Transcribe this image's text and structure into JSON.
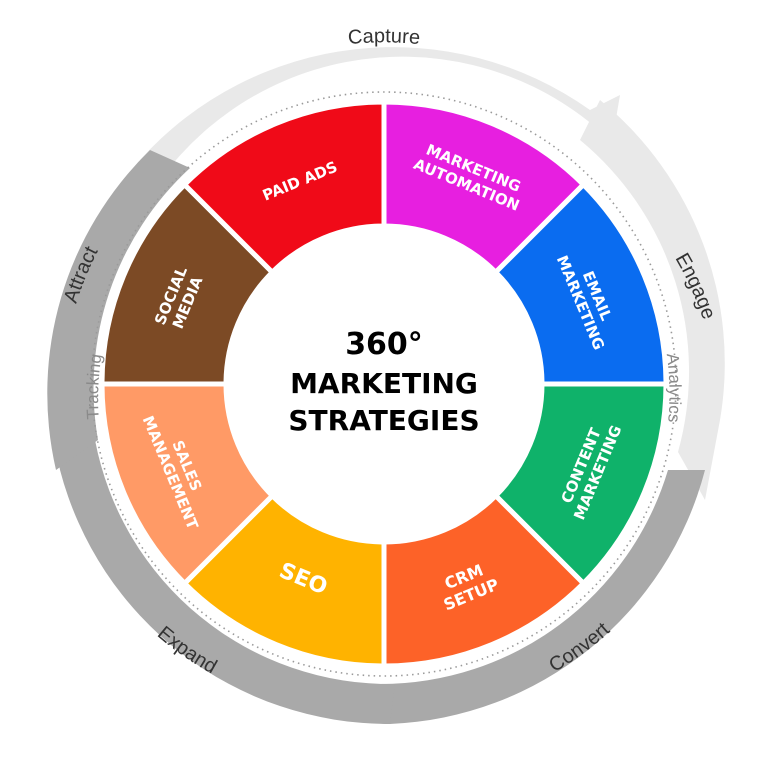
{
  "center": {
    "line1": "360°",
    "line2": "MARKETING",
    "line3": "STRATEGIES"
  },
  "segments": [
    {
      "lines": [
        "MARKETING",
        "AUTOMATION"
      ],
      "color": "#e71fe0"
    },
    {
      "lines": [
        "EMAIL",
        "MARKETING"
      ],
      "color": "#0a6cf0"
    },
    {
      "lines": [
        "CONTENT",
        "MARKETING"
      ],
      "color": "#0fb26a"
    },
    {
      "lines": [
        "CRM",
        "SETUP"
      ],
      "color": "#fd6228"
    },
    {
      "lines": [
        "SEO"
      ],
      "color": "#ffb300"
    },
    {
      "lines": [
        "SALES",
        "MANAGEMENT"
      ],
      "color": "#ff9a66"
    },
    {
      "lines": [
        "SOCIAL",
        "MEDIA"
      ],
      "color": "#7c4a25"
    },
    {
      "lines": [
        "PAID ADS"
      ],
      "color": "#f00a18"
    }
  ],
  "outer_stages": {
    "capture": "Capture",
    "engage": "Engage",
    "convert": "Convert",
    "expand": "Expand",
    "attract": "Attract"
  },
  "inner_labels": {
    "analytics": "Analytics",
    "tracking": "Tracking"
  },
  "colors": {
    "ring_light": "#e9e9e9",
    "ring_dark": "#a9a9a9",
    "dotted_ring": "#9a9a9a"
  }
}
